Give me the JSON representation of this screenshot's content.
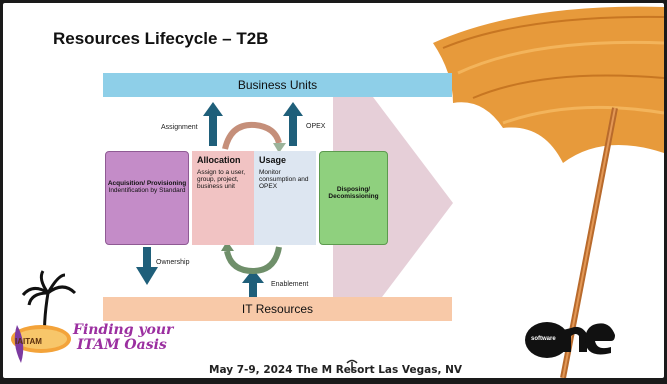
{
  "slide": {
    "title": "Resources Lifecycle – T2B",
    "top_bar": "Business Units",
    "bottom_bar": "IT Resources"
  },
  "boxes": {
    "acquisition": {
      "title": "Acquisition/ Provisioning",
      "subtitle": "Indentification by Standard"
    },
    "allocation": {
      "title": "Allocation",
      "body": "Assign to a user, group, project, business unit"
    },
    "usage": {
      "title": "Usage",
      "body": "Monitor consumption and OPEX"
    },
    "disposing": {
      "title": "Disposing/ Decomissioning"
    }
  },
  "arrows": {
    "assignment": "Assignment",
    "opex": "OPEX",
    "ownership": "Ownership",
    "enablement": "Enablement"
  },
  "footer": {
    "date_venue": "May 7-9, 2024   The M Resort   Las Vegas, NV",
    "event_line1": "Finding your",
    "event_line2": "ITAM Oasis",
    "iaitam_logo": "IAITAM",
    "sponsor_logo_small": "software",
    "sponsor_logo_big": "one"
  },
  "colors": {
    "top_bar": "#8ecfe8",
    "bottom_bar": "#f8c9a8",
    "arrow_blue": "#1f5f7a",
    "cycle_arrow": "#6f8f6a",
    "cycle_arrow_top": "#c58f7a",
    "big_chevron": "#e3c8d3"
  }
}
